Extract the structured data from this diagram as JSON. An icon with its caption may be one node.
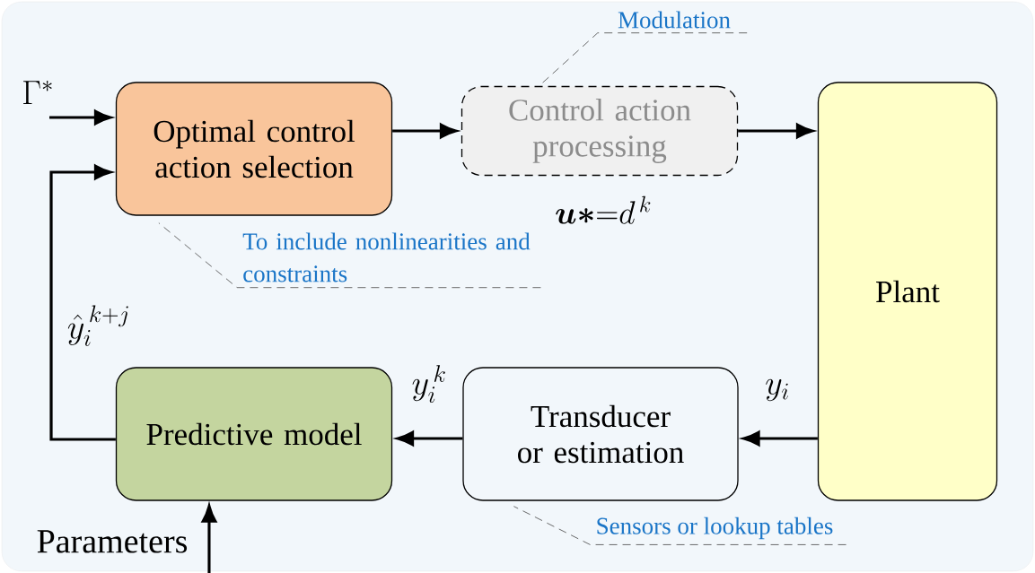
{
  "diagram": {
    "nodes": [
      {
        "text": [
          "Optimal control action selection"
        ]
      },
      {
        "text": [
          "Control action processing"
        ],
        "beside": [
          "\\boldsymbol{u*}{=}d^{\\,k}"
        ]
      },
      {
        "text": [
          "Plant"
        ]
      },
      {
        "text": [
          "Transducer or estimation"
        ]
      },
      {
        "text": [
          "Predictive model"
        ]
      },
      {
        "text": [
          "Modulation"
        ]
      },
      {
        "text": [
          "To include nonlinearities and constraints"
        ]
      },
      {
        "text": [
          "Sensors or lookup tables"
        ]
      }
    ],
    "edges": [
      {
        "from": null,
        "to": 0,
        "arrow": "to",
        "label": "\\Gamma^{*}"
      },
      {
        "from": 4,
        "to": 0,
        "arrow": "to",
        "label": "\\hat{y}_{i}^{\\,k+j}"
      },
      {
        "from": 0,
        "to": 1,
        "arrow": "to"
      },
      {
        "from": 1,
        "to": 2,
        "arrow": "to"
      },
      {
        "from": 2,
        "to": 3,
        "arrow": "to",
        "label": "y_{i}"
      },
      {
        "from": 3,
        "to": 4,
        "arrow": "to",
        "label": "y_{i}^{\\,k}"
      },
      {
        "from": null,
        "to": 4,
        "arrow": "to",
        "label": "Parameters"
      },
      {
        "from": 5,
        "to": 1,
        "arrow": "none",
        "style": "dashed",
        "color": "#595959"
      },
      {
        "from": 6,
        "to": 0,
        "arrow": "none",
        "style": "dashed",
        "color": "#595959"
      },
      {
        "from": 7,
        "to": 3,
        "arrow": "none",
        "style": "dashed",
        "color": "#595959"
      }
    ]
  }
}
